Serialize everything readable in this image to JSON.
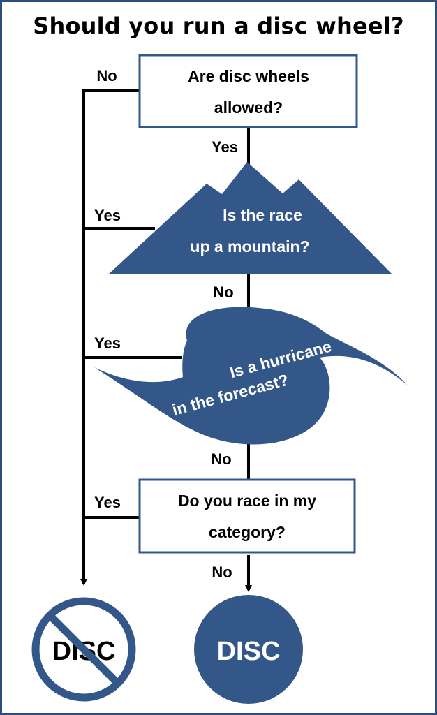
{
  "title": "Should you run a disc wheel?",
  "colors": {
    "accent": "#34578a",
    "frame": "#2e4f7d",
    "line": "#000000"
  },
  "questions": {
    "q1": {
      "line1": "Are disc wheels",
      "line2": "allowed?"
    },
    "q2": {
      "line1": "Is the race",
      "line2": "up a mountain?"
    },
    "q3": {
      "line1": "Is a hurricane",
      "line2": "in the forecast?"
    },
    "q4": {
      "line1": "Do you race in my",
      "line2": "category?"
    }
  },
  "edges": {
    "q1_no": "No",
    "q1_yes": "Yes",
    "q2_yes": "Yes",
    "q2_no": "No",
    "q3_yes": "Yes",
    "q3_no": "No",
    "q4_yes": "Yes",
    "q4_no": "No"
  },
  "outcomes": {
    "no_disc": {
      "text": "DISC",
      "icon": "prohibited-icon"
    },
    "disc": {
      "text": "DISC"
    }
  }
}
